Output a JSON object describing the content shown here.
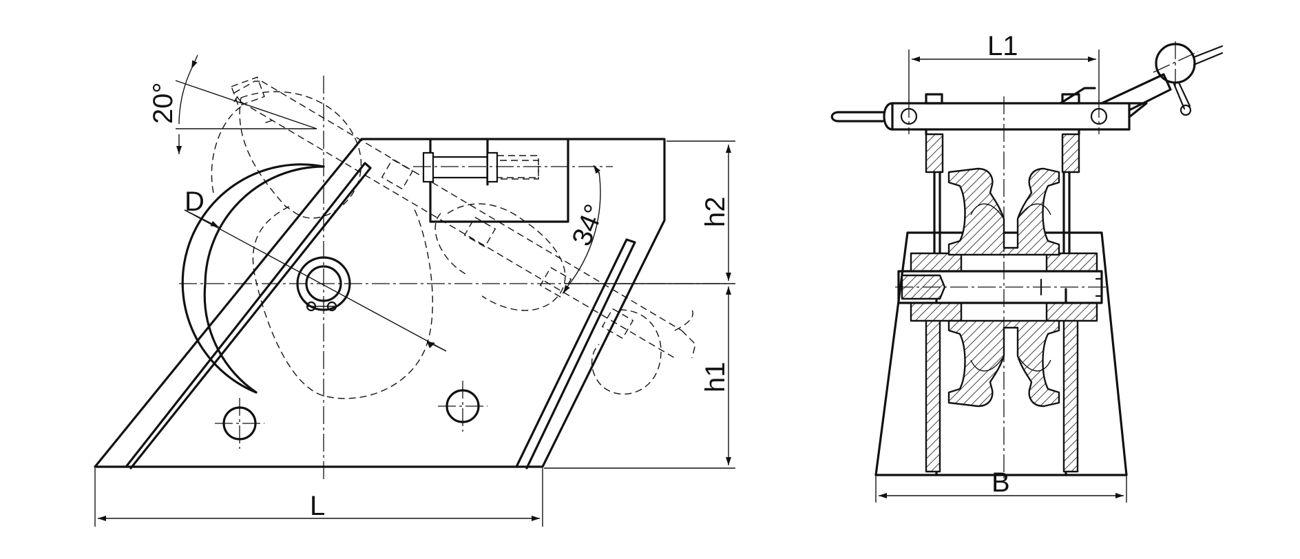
{
  "labels": {
    "angle_20": "20°",
    "angle_34": "34°",
    "diameter": "D",
    "height_2": "h2",
    "height_1": "h1",
    "length": "L",
    "length_1": "L1",
    "width": "B"
  }
}
